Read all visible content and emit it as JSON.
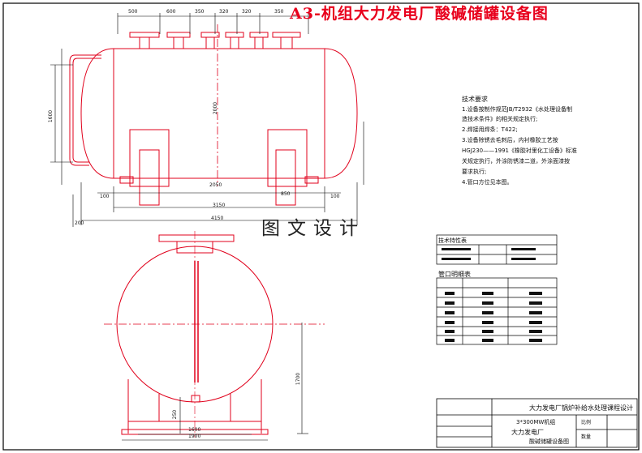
{
  "drawing_title": "A3-机组大力发电厂酸碱储罐设备图",
  "watermark": "图文设计",
  "top_view": {
    "dims_top": [
      "500",
      "600",
      "350",
      "320",
      "320",
      "350"
    ],
    "dims_bottom": [
      "100",
      "2050",
      "850",
      "100"
    ],
    "overall_inner": "3150",
    "overall_outer": "4150",
    "left_margin": "200",
    "height_left": "1600",
    "height_center": "2000"
  },
  "side_view": {
    "height": "1700",
    "leg": "250",
    "base_inner": "1600",
    "base_outer": "1900"
  },
  "tech_requirements": {
    "title": "技术要求",
    "lines": [
      "1.设备按制作规范JB/T2932《水处理设备制",
      "造技术条件》的相关规定执行;",
      "2.焊接用焊条：T422;",
      "3.设备除锈去毛刺后，内衬橡胶工艺按",
      "HGJ230——1991《橡胶衬里化工设备》标准",
      "关规定执行，外涂防锈漆二道，外涂面漆按",
      "要求执行;",
      "4.管口方位见本图。"
    ]
  },
  "spec_table_title": "技术特性表",
  "nozzle_table_title": "管口明细表",
  "title_block": {
    "company": "大力发电厂锅炉补给水处理课程设计",
    "project": "3*300MW机组",
    "drawing_name_1": "大力发电厂",
    "drawing_name_2": "酸碱储罐设备图",
    "label_scale": "比例",
    "label_count": "数量"
  }
}
